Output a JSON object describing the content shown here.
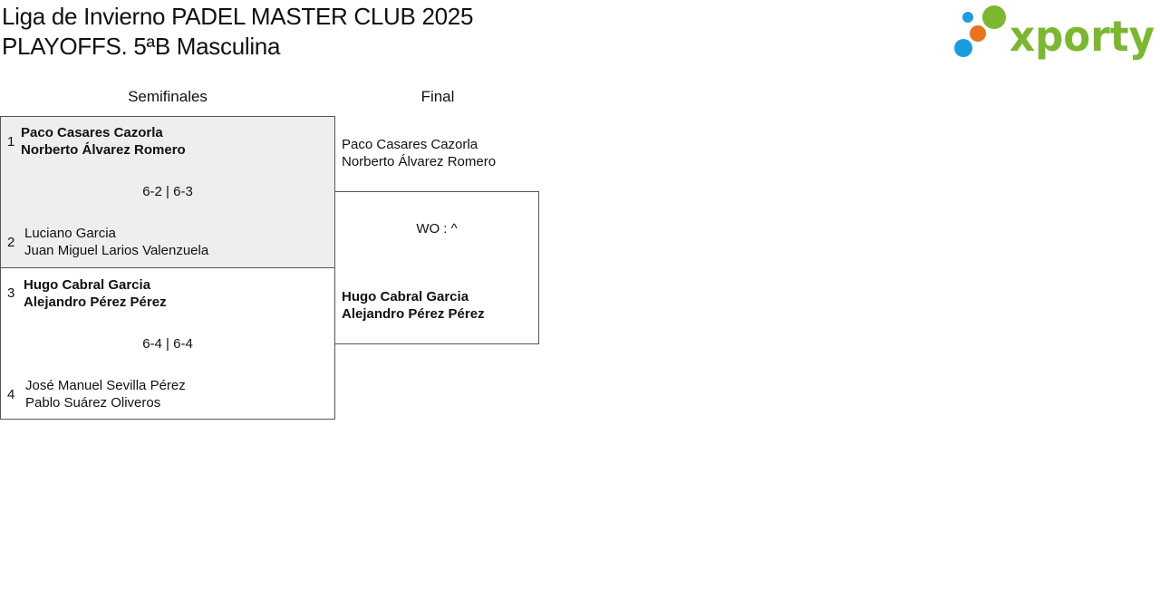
{
  "header": {
    "title_line1": "Liga de Invierno PADEL MASTER CLUB 2025",
    "title_line2": "PLAYOFFS. 5ªB Masculina"
  },
  "logo": {
    "text": "xporty",
    "colors": {
      "green": "#7cb82f",
      "orange": "#e8741c",
      "blue": "#1a9de0"
    }
  },
  "rounds": {
    "semifinals_label": "Semifinales",
    "final_label": "Final"
  },
  "semifinals": [
    {
      "shaded": true,
      "score": "6-2 | 6-3",
      "top": {
        "seed": "1",
        "player1": "Paco Casares Cazorla",
        "player2": "Norberto Álvarez Romero",
        "winner": true
      },
      "bottom": {
        "seed": "2",
        "player1": "Luciano Garcia",
        "player2": "Juan Miguel Larios Valenzuela",
        "winner": false
      }
    },
    {
      "shaded": false,
      "score": "6-4 | 6-4",
      "top": {
        "seed": "3",
        "player1": "Hugo Cabral Garcia",
        "player2": "Alejandro Pérez Pérez",
        "winner": true
      },
      "bottom": {
        "seed": "4",
        "player1": "José Manuel Sevilla Pérez",
        "player2": "Pablo Suárez Oliveros",
        "winner": false
      }
    }
  ],
  "final": {
    "score": "WO : ^",
    "top": {
      "player1": "Paco Casares Cazorla",
      "player2": "Norberto Álvarez Romero",
      "winner": false
    },
    "bottom": {
      "player1": "Hugo Cabral Garcia",
      "player2": "Alejandro Pérez Pérez",
      "winner": true
    }
  }
}
